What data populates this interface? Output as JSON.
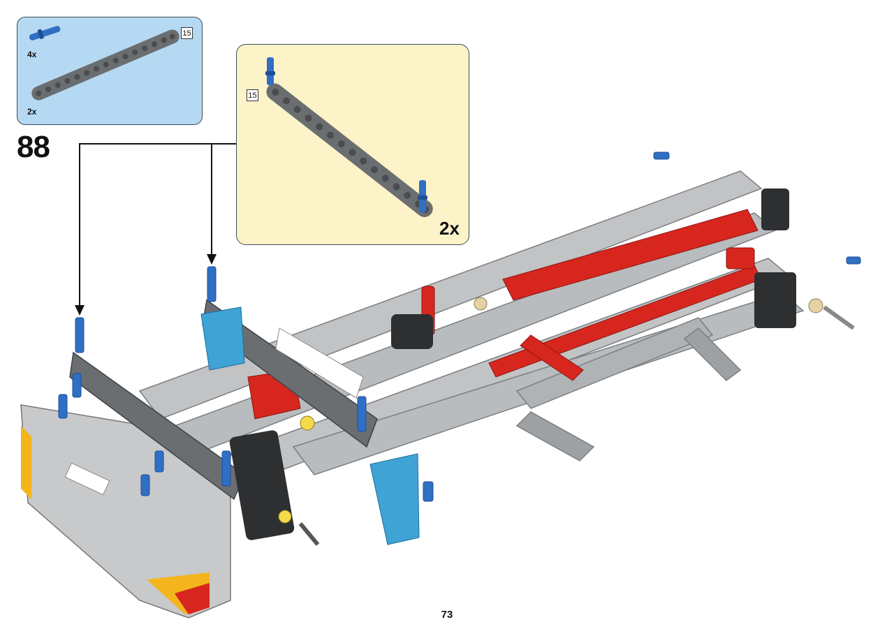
{
  "step": {
    "number": "88"
  },
  "parts_callout": {
    "items": [
      {
        "quantity": "4x",
        "part_icon": "blue-pin-icon"
      },
      {
        "quantity": "2x",
        "part_icon": "dark-grey-beam-15-icon",
        "length": "15"
      }
    ]
  },
  "subassembly": {
    "quantity": "2x",
    "beam_length": "15",
    "part_icon": "grey-beam-with-blue-pins-icon"
  },
  "colors": {
    "parts_box_bg": "#b6d9f3",
    "subassembly_bg": "#fdf3c8",
    "pin_blue": "#2f6fc4",
    "beam_dark_grey": "#6b6e71",
    "beam_light_grey": "#b9bcbf",
    "accent_red": "#d7261e",
    "accent_azure": "#3fa3d6",
    "accent_yellow": "#f4b51c"
  },
  "page": {
    "number": "73"
  }
}
